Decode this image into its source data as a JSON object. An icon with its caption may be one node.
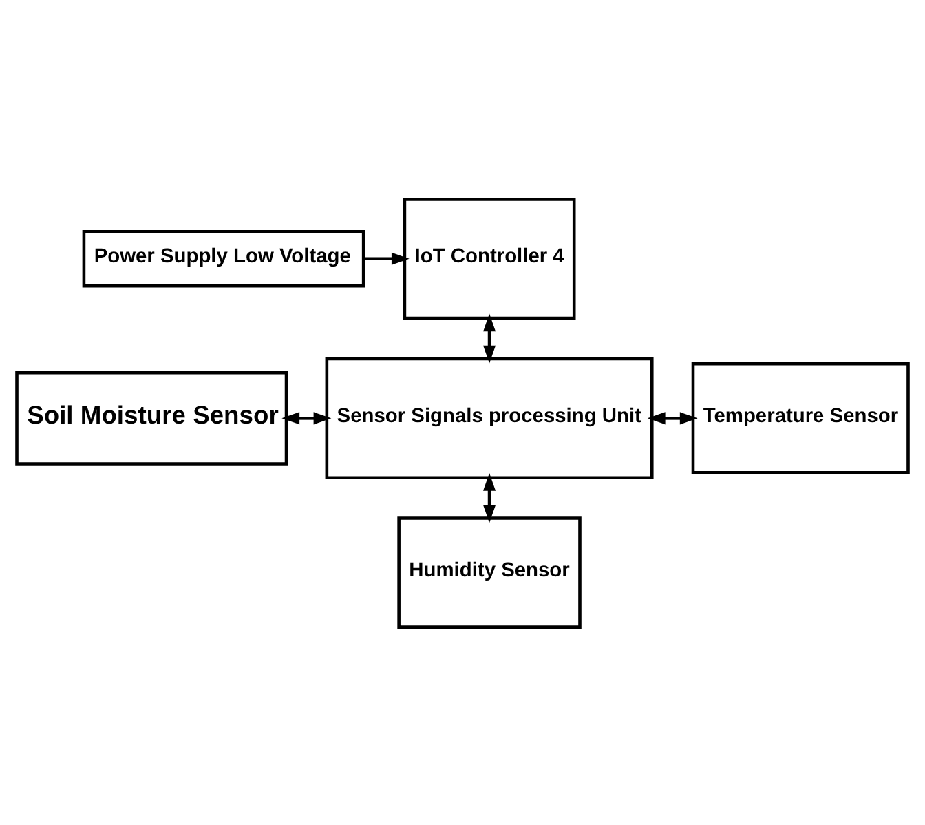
{
  "diagram": {
    "nodes": [
      {
        "text": [
          "IoT Controller 4"
        ]
      },
      {
        "text": [
          "Power Supply Low Voltage"
        ]
      },
      {
        "text": [
          "Soil Moisture Sensor"
        ]
      },
      {
        "text": [
          "Sensor Signals processing Unit"
        ]
      },
      {
        "text": [
          "Temperature Sensor"
        ]
      },
      {
        "text": [
          "Humidity Sensor"
        ]
      }
    ],
    "edges": [
      {
        "from": 1,
        "to": 0,
        "arrow": "to"
      },
      {
        "from": 0,
        "to": 3,
        "arrow": "both"
      },
      {
        "from": 2,
        "to": 3,
        "arrow": "both"
      },
      {
        "from": 3,
        "to": 4,
        "arrow": "both"
      },
      {
        "from": 3,
        "to": 5,
        "arrow": "both"
      }
    ]
  }
}
